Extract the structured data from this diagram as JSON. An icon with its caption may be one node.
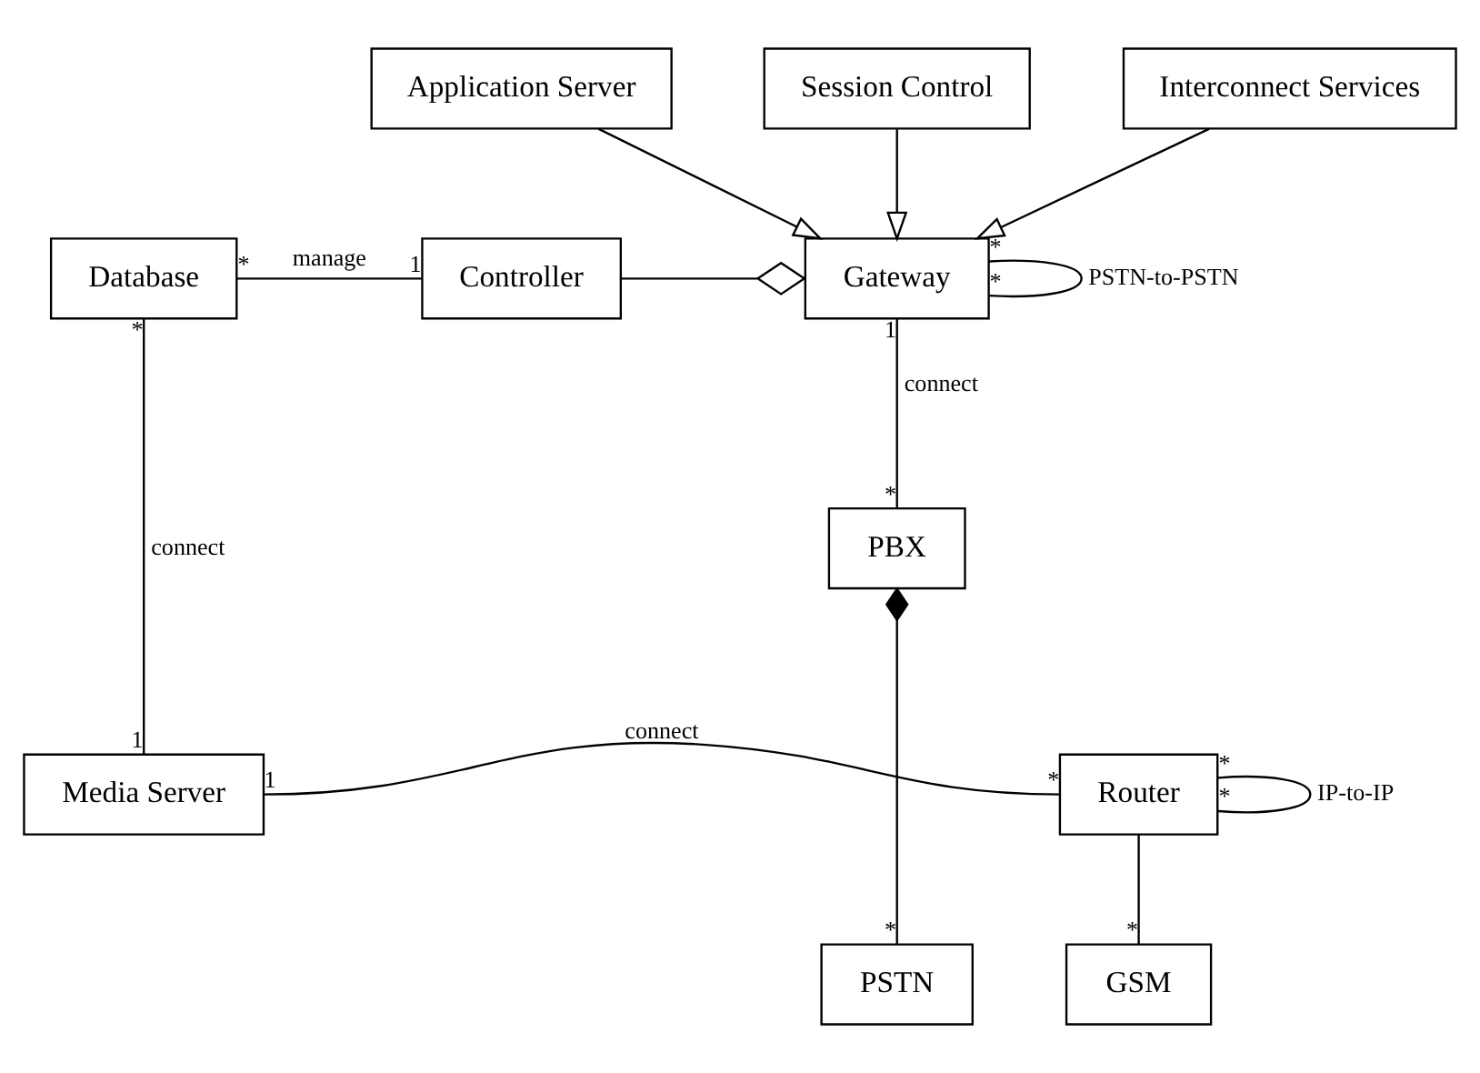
{
  "diagram": {
    "nodes": [
      {
        "text": [
          "Application Server"
        ]
      },
      {
        "text": [
          "Session Control"
        ]
      },
      {
        "text": [
          "Interconnect Services"
        ]
      },
      {
        "text": [
          "Database"
        ]
      },
      {
        "text": [
          "Controller"
        ]
      },
      {
        "text": [
          "Gateway"
        ]
      },
      {
        "text": [
          "PBX"
        ]
      },
      {
        "text": [
          "Media Server"
        ]
      },
      {
        "text": [
          "Router"
        ]
      },
      {
        "text": [
          "PSTN"
        ]
      },
      {
        "text": [
          "GSM"
        ]
      }
    ],
    "edges": [
      {
        "from": 0,
        "to": 5,
        "arrow": "to"
      },
      {
        "from": 1,
        "to": 5,
        "arrow": "to"
      },
      {
        "from": 2,
        "to": 5,
        "arrow": "to"
      },
      {
        "from": 3,
        "to": 4,
        "arrow": "none",
        "label": "manage"
      },
      {
        "from": 4,
        "to": 5,
        "arrow": "other"
      },
      {
        "from": 5,
        "to": 6,
        "arrow": "none",
        "label": "connect"
      },
      {
        "from": 5,
        "to": 5,
        "arrow": "none",
        "label": "PSTN-to-PSTN"
      },
      {
        "from": 9,
        "to": 6,
        "arrow": "other"
      },
      {
        "from": 3,
        "to": 7,
        "arrow": "none",
        "label": "connect"
      },
      {
        "from": 7,
        "to": 8,
        "arrow": "none",
        "label": "connect"
      },
      {
        "from": 8,
        "to": 8,
        "arrow": "none",
        "label": "IP-to-IP"
      },
      {
        "from": 8,
        "to": 10,
        "arrow": "none"
      }
    ],
    "labels": [
      "*",
      "*",
      "1",
      "1",
      "*",
      "*",
      "*",
      "1",
      "*",
      "1",
      "*",
      "*",
      "*",
      "*"
    ]
  }
}
